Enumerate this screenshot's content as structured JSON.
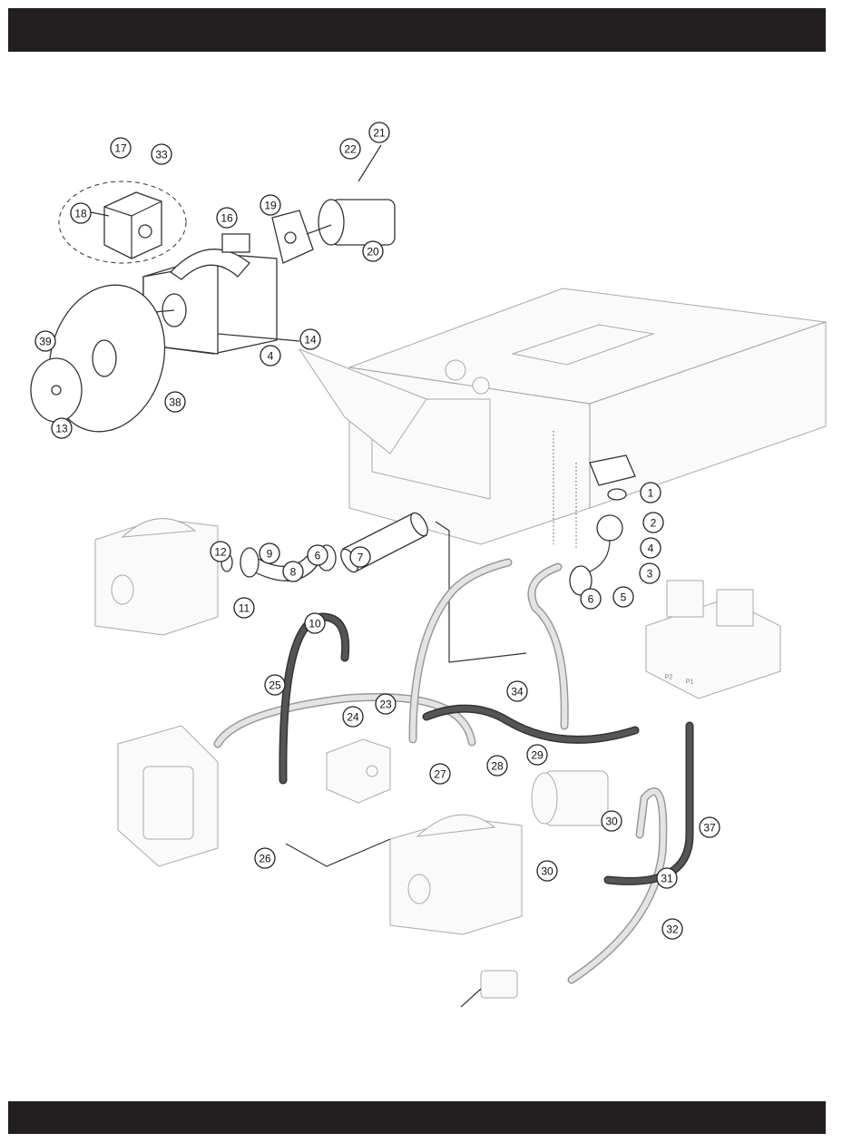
{
  "diagram": {
    "type": "exploded-parts-diagram",
    "callouts": [
      "17",
      "33",
      "22",
      "21",
      "16",
      "19",
      "20",
      "18",
      "39",
      "4",
      "14",
      "38",
      "13",
      "1",
      "2",
      "4",
      "3",
      "7",
      "12",
      "9",
      "6",
      "8",
      "5",
      "6",
      "11",
      "10",
      "25",
      "34",
      "23",
      "24",
      "27",
      "28",
      "29",
      "30",
      "37",
      "26",
      "30",
      "31",
      "32"
    ],
    "labels": [
      "P2",
      "P1"
    ]
  }
}
